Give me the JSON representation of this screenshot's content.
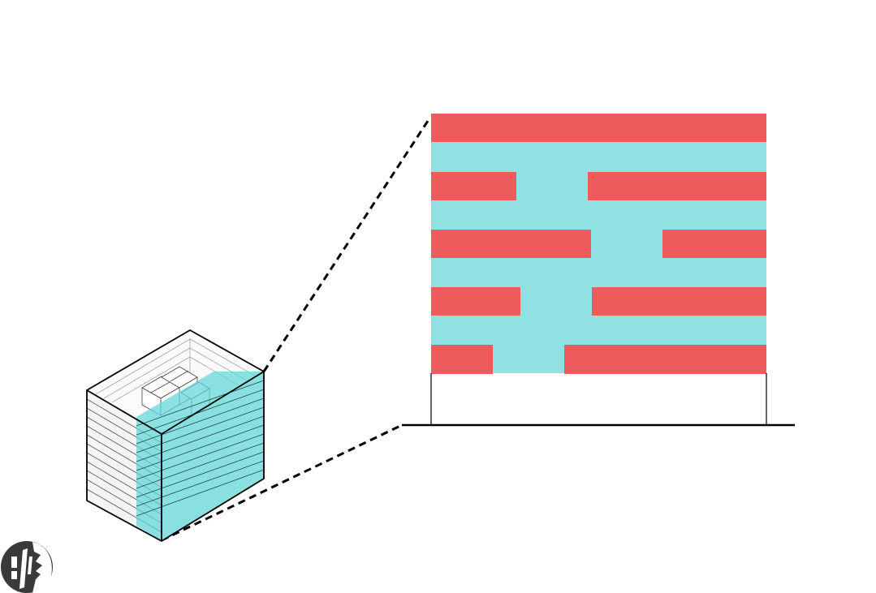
{
  "colors": {
    "background": "#ffffff",
    "floor_band": "#ed5b5d",
    "void": "#8fe1e2",
    "outline": "#000000",
    "building_face": "#f2f2f2",
    "building_highlight": "#5fd6d8",
    "logo_dark": "#3a3a3a"
  },
  "diagram": {
    "elevation_floor_count": 5,
    "building_level_count": 12,
    "slab_pattern": [
      "full",
      "gap-left",
      "gap-right",
      "gap-left",
      "gap-left-narrow"
    ]
  },
  "icons": {
    "logo": "studio-logo-mark"
  }
}
